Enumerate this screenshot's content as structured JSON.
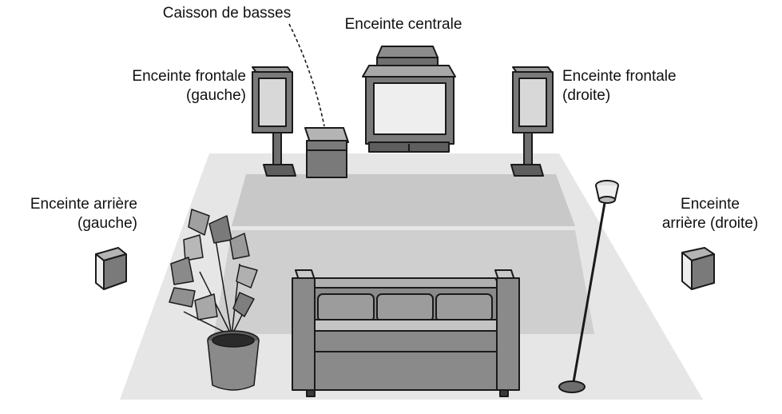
{
  "labels": {
    "subwoofer": "Caisson de basses",
    "center": "Enceinte centrale",
    "front_left": [
      "Enceinte frontale",
      "(gauche)"
    ],
    "front_right": [
      "Enceinte frontale",
      "(droite)"
    ],
    "rear_left": [
      "Enceinte arrière",
      "(gauche)"
    ],
    "rear_right": [
      "Enceinte",
      "arrière (droite)"
    ]
  },
  "colors": {
    "floor_light": "#e4e4e4",
    "floor_band": "#c6c6c6",
    "object_dark": "#6e6e6e",
    "object_mid": "#9a9a9a",
    "object_light": "#c2c2c2",
    "panel_light": "#eeeeee",
    "outline": "#1a1a1a"
  }
}
